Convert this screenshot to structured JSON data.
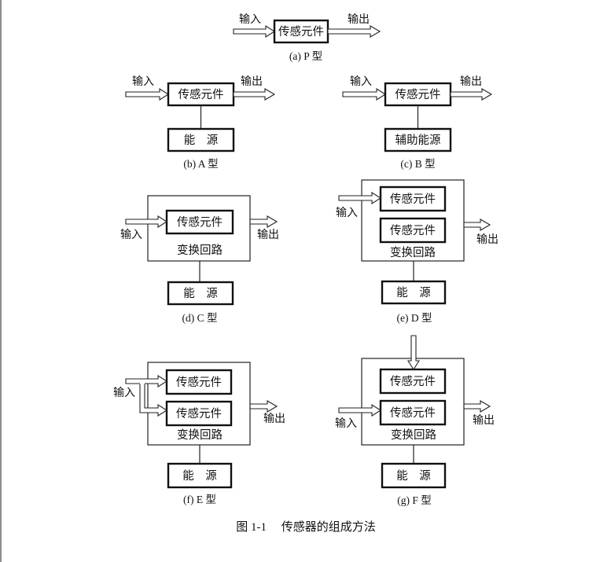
{
  "labels": {
    "input": "输入",
    "output": "输出",
    "sensor": "传感元件",
    "power": "能　源",
    "aux_power": "辅助能源",
    "circuit": "变换回路"
  },
  "panels": [
    {
      "id": "a",
      "caption": "(a) P 型",
      "type": "P"
    },
    {
      "id": "b",
      "caption": "(b) A 型",
      "type": "A"
    },
    {
      "id": "c",
      "caption": "(c) B 型",
      "type": "B"
    },
    {
      "id": "d",
      "caption": "(d) C 型",
      "type": "C"
    },
    {
      "id": "e",
      "caption": "(e) D 型",
      "type": "D"
    },
    {
      "id": "f",
      "caption": "(f) E 型",
      "type": "E"
    },
    {
      "id": "g",
      "caption": "(g) F 型",
      "type": "F"
    }
  ],
  "figure_caption": "图 1-1　 传感器的组成方法"
}
